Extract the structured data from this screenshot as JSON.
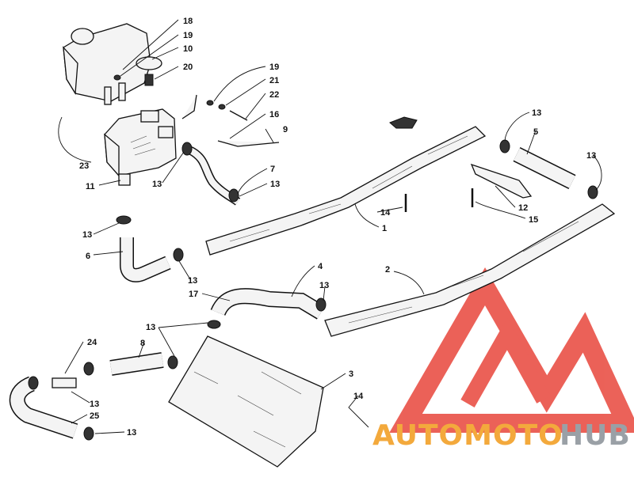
{
  "diagram": {
    "callouts": [
      "18",
      "19",
      "10",
      "20",
      "19",
      "21",
      "22",
      "16",
      "9",
      "23",
      "11",
      "13",
      "7",
      "13",
      "13",
      "6",
      "13",
      "14",
      "1",
      "13",
      "5",
      "13",
      "12",
      "15",
      "4",
      "2",
      "17",
      "13",
      "13",
      "8",
      "24",
      "3",
      "14",
      "13",
      "25",
      "13"
    ]
  },
  "watermark": {
    "brand_part1": "AUTOMOTO",
    "brand_part2": "HUB",
    "colors": {
      "logo": "#e8463c",
      "text1": "#f3a93c",
      "text2": "#9aa0a6"
    }
  }
}
